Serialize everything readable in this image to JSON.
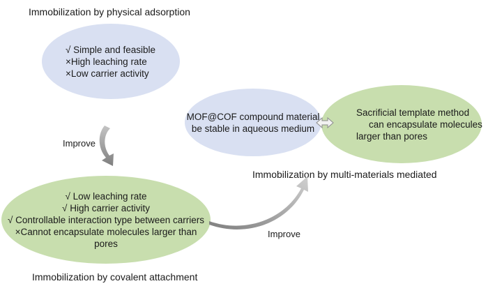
{
  "captions": {
    "physical": "Immobilization by physical adsorption",
    "multi": "Immobilization by multi-materials mediated",
    "covalent": "Immobilization by covalent attachment"
  },
  "physical_box": {
    "lines": [
      "√ Simple and feasible",
      "×High leaching rate",
      "×Low carrier activity"
    ]
  },
  "mofcof_box": {
    "lines": [
      "MOF@COF compound material",
      "be stable in aqueous medium"
    ]
  },
  "sacrificial_box": {
    "lines": [
      "Sacrificial template method",
      "can encapsulate molecules",
      "larger than pores"
    ]
  },
  "covalent_box": {
    "lines": [
      "√ Low leaching rate",
      "√ High carrier activity",
      "√ Controllable interaction type between carriers",
      "×Cannot encapsulate molecules larger than",
      "pores"
    ]
  },
  "arrows": {
    "improve_left": "Improve",
    "improve_bottom": "Improve"
  },
  "colors": {
    "blue_fill": "#d9e0f2",
    "green_fill": "#c8deae",
    "arrow_gray": "#9a9a9a"
  }
}
